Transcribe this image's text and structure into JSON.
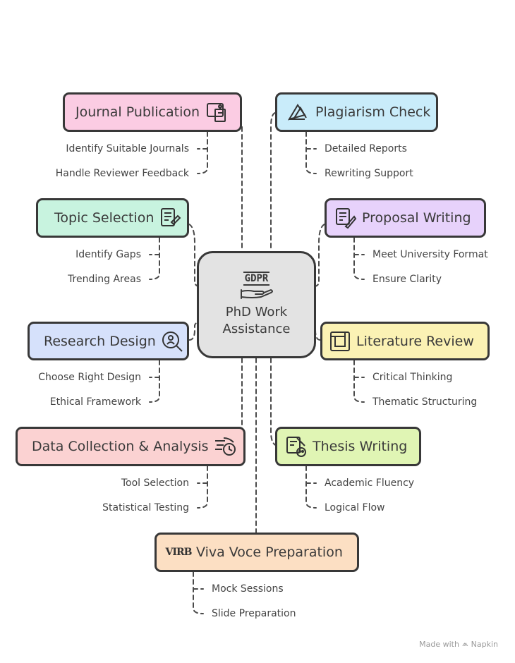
{
  "center": {
    "title": "PhD Work Assistance",
    "icon_text": "GDPR",
    "icon": "hand-holding-gdpr-icon"
  },
  "nodes": {
    "journal": {
      "label": "Journal Publication",
      "icon": "building-document-icon",
      "color": "#fbcce3",
      "items": [
        "Identify Suitable Journals",
        "Handle Reviewer Feedback"
      ]
    },
    "plagiarism": {
      "label": "Plagiarism Check",
      "icon": "pages-icon",
      "color": "#c9ecfa",
      "items": [
        "Detailed Reports",
        "Rewriting Support"
      ]
    },
    "topic": {
      "label": "Topic Selection",
      "icon": "document-edit-icon",
      "color": "#c8f3df",
      "items": [
        "Identify Gaps",
        "Trending Areas"
      ]
    },
    "proposal": {
      "label": "Proposal Writing",
      "icon": "proposal-pen-icon",
      "color": "#e7d2fb",
      "items": [
        "Meet University Format",
        "Ensure Clarity"
      ]
    },
    "research": {
      "label": "Research Design",
      "icon": "magnifier-icon",
      "color": "#d6e1fb",
      "items": [
        "Choose Right Design",
        "Ethical Framework"
      ]
    },
    "literature": {
      "label": "Literature Review",
      "icon": "frame-icon",
      "color": "#fbf2b4",
      "items": [
        "Critical Thinking",
        "Thematic Structuring"
      ]
    },
    "data": {
      "label": "Data Collection & Analysis",
      "icon": "fast-clock-icon",
      "color": "#fbd2d2",
      "items": [
        "Tool Selection",
        "Statistical Testing"
      ]
    },
    "thesis": {
      "label": "Thesis Writing",
      "icon": "document-skull-icon",
      "color": "#e0f5b4",
      "items": [
        "Academic Fluency",
        "Logical Flow"
      ]
    },
    "viva": {
      "label": "Viva Voce Preparation",
      "icon": "virb-icon",
      "icon_text": "VIRB",
      "color": "#fcdfc3",
      "items": [
        "Mock Sessions",
        "Slide Preparation"
      ]
    }
  },
  "watermark": {
    "text": "Made with",
    "brand": "Napkin"
  }
}
